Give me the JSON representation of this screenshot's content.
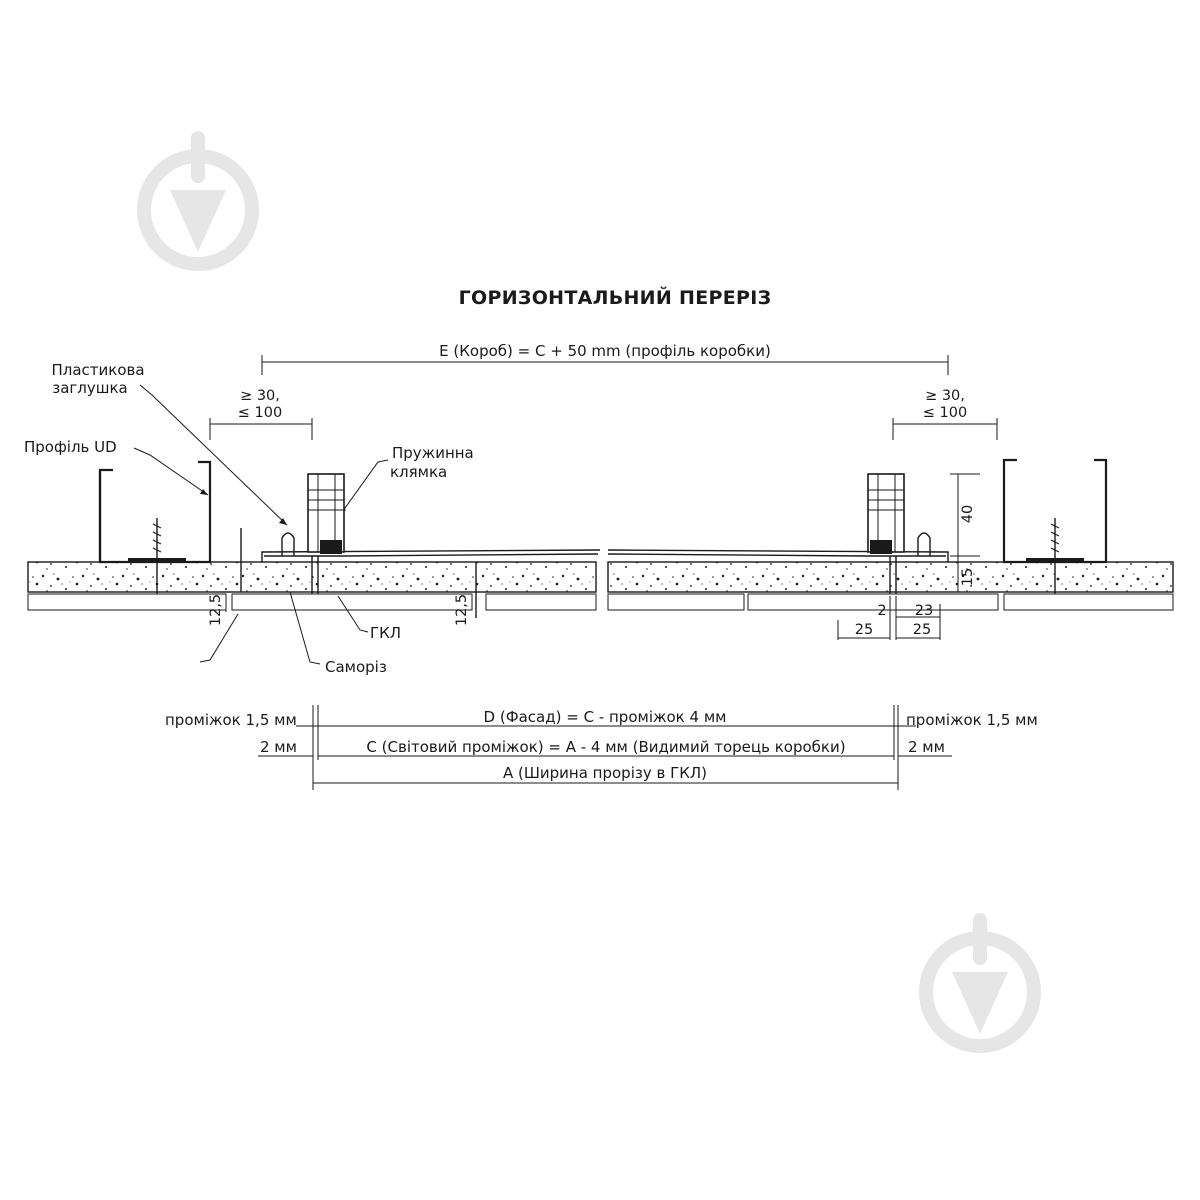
{
  "title": "ГОРИЗОНТАЛЬНИЙ ПЕРЕРІЗ",
  "labels": {
    "plastic_cap_line1": "Пластикова",
    "plastic_cap_line2": "заглушка",
    "profile_ud": "Профіль UD",
    "spring_latch_line1": "Пружинна",
    "spring_latch_line2": "клямка",
    "gkl": "ГКЛ",
    "screw": "Саморіз"
  },
  "dimensions": {
    "e_box": "E (Короб) = C + 50 mm (профіль коробки)",
    "left_range_line1": "≥ 30,",
    "left_range_line2": "≤ 100",
    "right_range_line1": "≥ 30,",
    "right_range_line2": "≤ 100",
    "thickness_left": "12,5",
    "thickness_mid": "12,5",
    "height_40": "40",
    "height_15": "15",
    "gap_2": "2",
    "width_23": "23",
    "width_25_left": "25",
    "width_25_right": "25",
    "d_facade": "D (Фасад) = C - проміжок 4 мм",
    "gap_left": "проміжок 1,5 мм",
    "gap_right": "проміжок 1,5 мм",
    "c_light": "C (Світовий проміжок) = A - 4 мм (Видимий торець коробки)",
    "mm2_left": "2 мм",
    "mm2_right": "2 мм",
    "a_width": "A (Ширина прорізу в ГКЛ)"
  },
  "colors": {
    "ink": "#1a1a1a",
    "watermark": "#e6e6e6",
    "board_fill": "#ffffff"
  }
}
